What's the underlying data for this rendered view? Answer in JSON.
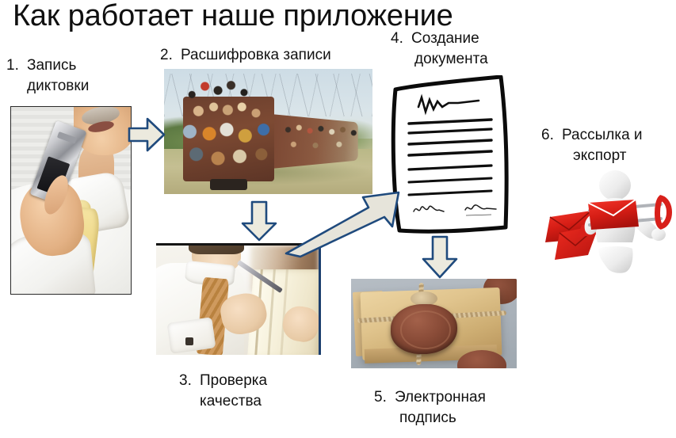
{
  "slide": {
    "title": "Как работает наше приложение",
    "background_color": "#ffffff",
    "text_color": "#121212"
  },
  "arrow_style": {
    "fill": "#eceade",
    "stroke": "#1f4a7d",
    "stroke_width": 2
  },
  "steps": [
    {
      "number": "1.",
      "label": "Запись диктовки",
      "label_line1": "Запись",
      "label_line2": "диктовки",
      "image_name": "dictation-photo",
      "image_alt": "Мужчина в белой рубашке с жёлтым галстуком диктует в серебристый диктофон"
    },
    {
      "number": "2.",
      "label": "Расшифровка записи",
      "label_line1": "Расшифровка записи",
      "label_line2": "",
      "image_name": "crowded-train-photo",
      "image_alt": "Переполненный поезд с людьми на крыше"
    },
    {
      "number": "3.",
      "label": "Проверка качества",
      "label_line1": "Проверка",
      "label_line2": "качества",
      "image_name": "quality-check-photo",
      "image_alt": "Мужчина с ручкой проверяет страницы документа"
    },
    {
      "number": "4.",
      "label": "Создание документа",
      "label_line1": "Создание",
      "label_line2": "документа",
      "image_name": "document-sketch",
      "image_alt": "Нарисованный документ с линиями текста и двумя подписями"
    },
    {
      "number": "5.",
      "label": "Электронная подпись",
      "label_line1": "Электронная",
      "label_line2": "подпись",
      "image_name": "wax-seal-photo",
      "image_alt": "Крафтовый пакет, перевязанный шпагатом, с сургучной печатью"
    },
    {
      "number": "6.",
      "label": "Рассылка и экспорт",
      "label_line1": "Рассылка и",
      "label_line2": "экспорт",
      "image_name": "export-figure",
      "image_alt": "Белая 3D-фигурка запускает красные конверты из рогатки"
    }
  ],
  "arrows": [
    {
      "name": "arrow-step1-to-step2",
      "direction": "right",
      "from": "1",
      "to": "2"
    },
    {
      "name": "arrow-step2-to-step3",
      "direction": "down",
      "from": "2",
      "to": "3"
    },
    {
      "name": "arrow-step3-to-step4",
      "direction": "up-right",
      "from": "3",
      "to": "4"
    },
    {
      "name": "arrow-step4-to-step5",
      "direction": "down",
      "from": "4",
      "to": "5"
    }
  ]
}
